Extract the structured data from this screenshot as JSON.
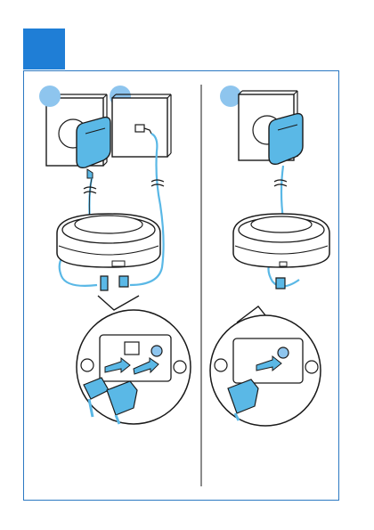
{
  "colors": {
    "brand_blue": "#1f7ed6",
    "frame_blue": "#2b78c2",
    "step_circle": "#8ec5ee",
    "device_cyan": "#5ab8e6",
    "line_dark": "#1a1a1a"
  },
  "steps": [
    {
      "name": "step-1-circle"
    },
    {
      "name": "step-2-circle"
    },
    {
      "name": "step-3-circle"
    }
  ]
}
